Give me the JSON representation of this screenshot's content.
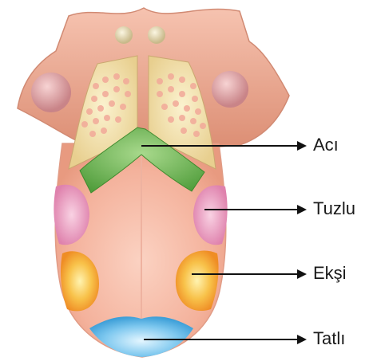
{
  "labels": {
    "bitter": "Acı",
    "salty": "Tuzlu",
    "sour": "Ekşi",
    "sweet": "Tatlı"
  },
  "colors": {
    "tongue_body": "#f2ad9a",
    "back_area": "#e39a83",
    "bitter_zone": "#6db452",
    "salty_zone": "#e58fb8",
    "sour_zone": "#f3a734",
    "sweet_zone": "#5fb6e6",
    "tonsil_area": "#f0e0a8",
    "arrow": "#111111"
  }
}
